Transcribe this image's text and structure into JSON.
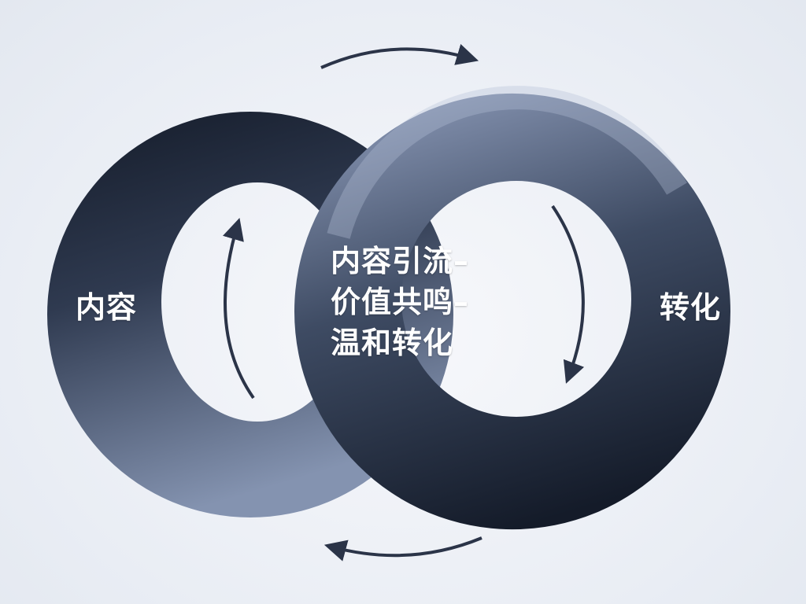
{
  "diagram": {
    "left_ring_label": "内容",
    "right_ring_label": "转化",
    "center_lines": [
      "内容引流–",
      "价值共鸣–",
      "温和转化"
    ]
  },
  "colors": {
    "ring_dark": "#141b29",
    "ring_mid": "#3e4b63",
    "ring_light": "#7888a6",
    "arrow": "#2b3448",
    "background": "#eef1f6",
    "text": "#ffffff"
  }
}
